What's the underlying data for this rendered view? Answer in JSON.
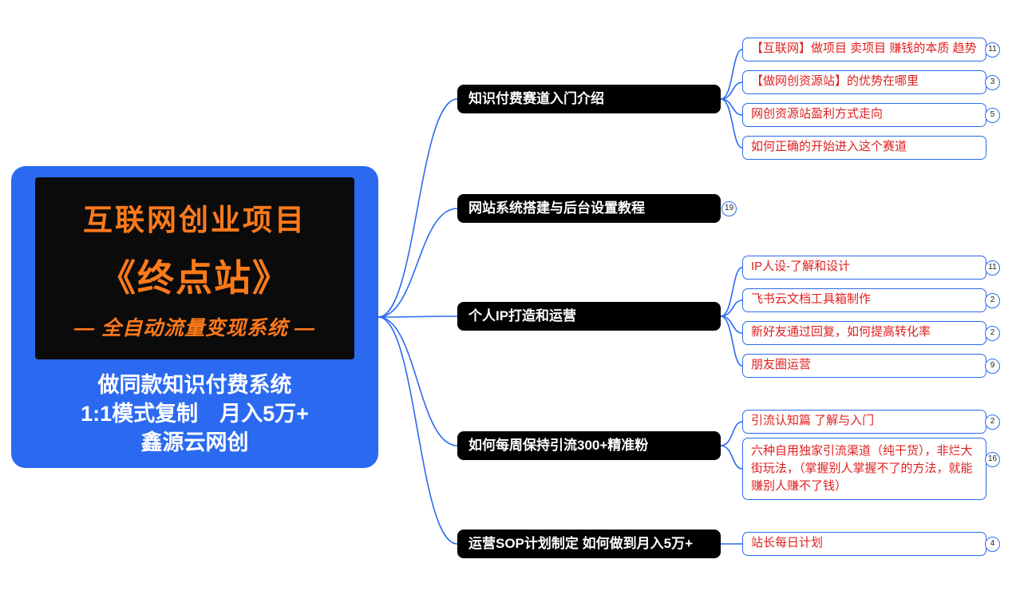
{
  "root": {
    "banner": {
      "line1": "互联网创业项目",
      "line2": "《终点站》",
      "line3": "— 全自动流量变现系统 —"
    },
    "caption": {
      "line1": "做同款知识付费系统",
      "line2": "1:1模式复制　月入5万+",
      "line3": "鑫源云网创"
    }
  },
  "branches": [
    {
      "label": "知识付费赛道入门介绍",
      "children": [
        {
          "label": "【互联网】做项目 卖项目 赚钱的本质 趋势",
          "count": "11"
        },
        {
          "label": "【做网创资源站】的优势在哪里",
          "count": "3"
        },
        {
          "label": "网创资源站盈利方式走向",
          "count": "5"
        },
        {
          "label": "如何正确的开始进入这个赛道",
          "count": ""
        }
      ]
    },
    {
      "label": "网站系统搭建与后台设置教程",
      "count": "19",
      "children": []
    },
    {
      "label": "个人IP打造和运营",
      "children": [
        {
          "label": "IP人设-了解和设计",
          "count": "11"
        },
        {
          "label": "飞书云文档工具箱制作",
          "count": "2"
        },
        {
          "label": "新好友通过回复，如何提高转化率",
          "count": "2"
        },
        {
          "label": "朋友圈运营",
          "count": "9"
        }
      ]
    },
    {
      "label": "如何每周保持引流300+精准粉",
      "children": [
        {
          "label": "引流认知篇 了解与入门",
          "count": "2"
        },
        {
          "label": "六种自用独家引流渠道（纯干货），非烂大街玩法，（掌握别人掌握不了的方法，就能赚别人赚不了钱）",
          "count": "16"
        }
      ]
    },
    {
      "label": "运营SOP计划制定 如何做到月入5万+",
      "children": [
        {
          "label": "站长每日计划",
          "count": "4"
        }
      ]
    }
  ],
  "colors": {
    "accent_blue": "#2b6af0",
    "leaf_red": "#e02020",
    "banner_orange": "#ff7a1a"
  }
}
